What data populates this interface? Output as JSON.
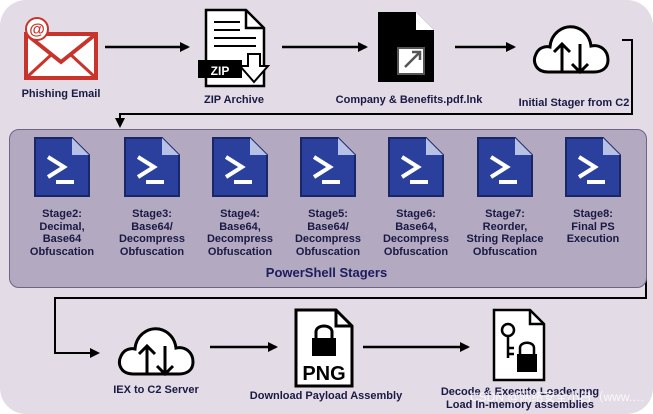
{
  "top_row": {
    "phishing_email": "Phishing Email",
    "zip_archive": "ZIP Archive",
    "zip_tag": "ZIP",
    "lnk_file": "Company & Benefits.pdf.lnk",
    "initial_stager": "Initial Stager from C2"
  },
  "stagers": {
    "title": "PowerShell Stagers",
    "stages": [
      {
        "lines": [
          "Stage2:",
          "Decimal,",
          "Base64",
          "Obfuscation"
        ]
      },
      {
        "lines": [
          "Stage3:",
          "Base64/",
          "Decompress",
          "Obfuscation"
        ]
      },
      {
        "lines": [
          "Stage4:",
          "Base64,",
          "Decompress",
          "Obfuscation"
        ]
      },
      {
        "lines": [
          "Stage5:",
          "Base64/",
          "Decompress",
          "Obfuscation"
        ]
      },
      {
        "lines": [
          "Stage6:",
          "Base64,",
          "Decompress",
          "Obfuscation"
        ]
      },
      {
        "lines": [
          "Stage7:",
          "Reorder,",
          "String Replace",
          "Obfuscation"
        ]
      },
      {
        "lines": [
          "Stage8:",
          "Final PS",
          "Execution"
        ]
      }
    ]
  },
  "bottom_row": {
    "iex_c2": "IEX to C2 Server",
    "png_tag": "PNG",
    "download_payload": "Download Payload Assembly",
    "decode_line1": "Decode & Execute Loader.png",
    "decode_line2": "Load In-memory assemblies",
    "watermark": "CSDN @网络安全小白（www.…"
  },
  "colors": {
    "email_red": "#c8342b",
    "ps_blue": "#2b3f9c",
    "text_dark": "#1a1a44",
    "panel": "#b3a9c1",
    "background": "#e3dbe5"
  },
  "icons": [
    "envelope-icon",
    "zip-file-icon",
    "shortcut-file-icon",
    "cloud-sync-icon",
    "powershell-icon",
    "png-file-icon",
    "locked-file-icon"
  ]
}
